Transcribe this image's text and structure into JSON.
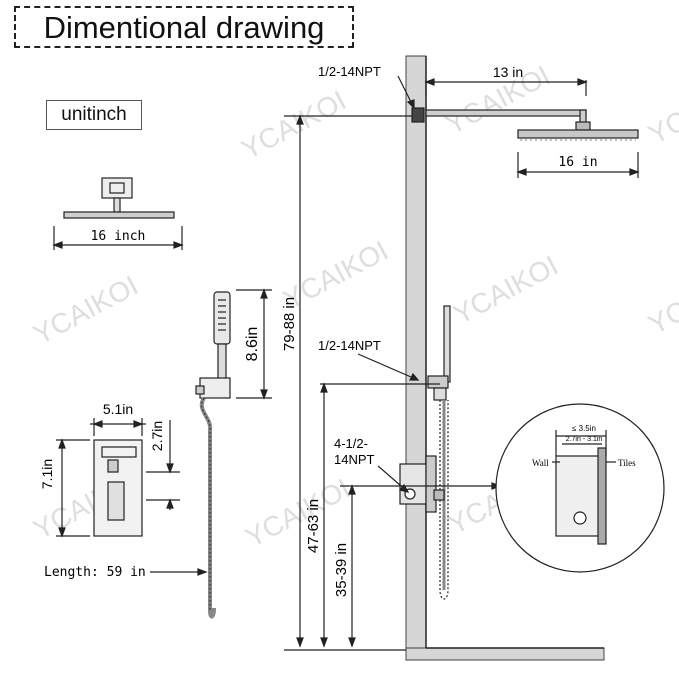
{
  "title": "Dimentional drawing",
  "unit_label": "unitinch",
  "labels": {
    "head_width_left": "16 inch",
    "head_width_right": "16 in",
    "arm_length": "13 in",
    "npt_top": "1/2-14NPT",
    "npt_mid": "1/2-14NPT",
    "npt_valve_line1": "4-1/2-",
    "npt_valve_line2": "14NPT",
    "total_height": "79-88 in",
    "handheld_height": "8.6in",
    "plate_width": "5.1in",
    "plate_height": "7.1in",
    "plate_inner": "2.7in",
    "valve_height": "47-63 in",
    "valve_low_height": "35-39 in",
    "hose_length": "Length: 59 in",
    "wall": "Wall",
    "tiles": "Tiles",
    "max_depth": "≤ 3.5in",
    "depth_range": "2.7in - 3.1in"
  },
  "watermark": "YCAIKOI",
  "colors": {
    "line": "#1a1a1a",
    "wall_fill": "#d9d9d9",
    "chrome": "#bfbfbf",
    "watermark": "#dcdcdc"
  }
}
